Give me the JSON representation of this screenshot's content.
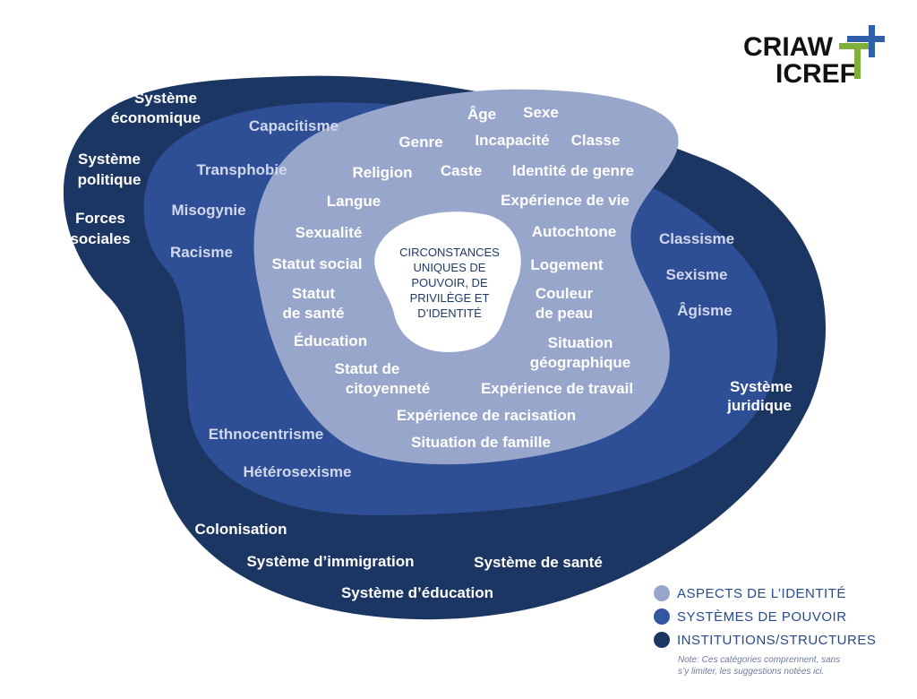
{
  "logo": {
    "line1": "CRIAW",
    "line2": "ICREF"
  },
  "center": {
    "lines": [
      "CIRCONSTANCES",
      "UNIQUES DE",
      "POUVOIR, DE",
      "PRIVILÈGE ET",
      "D’IDENTITÉ"
    ]
  },
  "identity": {
    "age": "Âge",
    "sexe": "Sexe",
    "genre": "Genre",
    "incapacite": "Incapacité",
    "classe": "Classe",
    "religion": "Religion",
    "caste": "Caste",
    "identite_genre": "Identité de genre",
    "langue": "Langue",
    "experience_vie": "Expérience de vie",
    "sexualite": "Sexualité",
    "autochtone": "Autochtone",
    "statut_social": "Statut social",
    "logement": "Logement",
    "statut_sante_1": "Statut",
    "statut_sante_2": "de santé",
    "couleur_1": "Couleur",
    "couleur_2": "de peau",
    "education": "Éducation",
    "situation_geo_1": "Situation",
    "situation_geo_2": "géographique",
    "citoyennete_1": "Statut de",
    "citoyennete_2": "citoyenneté",
    "experience_travail": "Expérience de travail",
    "experience_racisation": "Expérience de racisation",
    "situation_famille": "Situation de famille"
  },
  "power": {
    "capacitisme": "Capacitisme",
    "transphobie": "Transphobie",
    "misogynie": "Misogynie",
    "racisme": "Racisme",
    "classisme": "Classisme",
    "sexisme": "Sexisme",
    "agisme": "Âgisme",
    "ethnocentrisme": "Ethnocentrisme",
    "heterosexisme": "Hétérosexisme"
  },
  "institutions": {
    "eco_1": "Système",
    "eco_2": "économique",
    "pol_1": "Système",
    "pol_2": "politique",
    "forces_1": "Forces",
    "forces_2": "sociales",
    "jur_1": "Système",
    "jur_2": "juridique",
    "colonisation": "Colonisation",
    "immigration": "Système d’immigration",
    "sante": "Système de santé",
    "education": "Système d’éducation"
  },
  "legend": {
    "items": [
      {
        "label": "ASPECTS DE L’IDENTITÉ",
        "color": "#98a6cc"
      },
      {
        "label": "SYSTÈMES DE POUVOIR",
        "color": "#3457a3"
      },
      {
        "label": "INSTITUTIONS/STRUCTURES",
        "color": "#1c3663"
      }
    ],
    "note_1": "Note: Ces catégories comprennent, sans",
    "note_2": "s’y limiter, les suggestions notées ici."
  },
  "colors": {
    "outer": "#1c3663",
    "middle": "#2e4e95",
    "inner": "#98a6cc",
    "center": "#ffffff",
    "logo_green": "#7fb03b",
    "logo_blue": "#2e5fa8"
  }
}
